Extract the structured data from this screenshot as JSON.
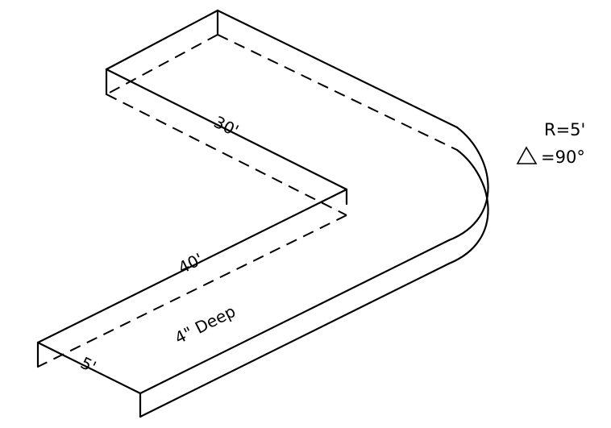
{
  "diagram": {
    "dimensions": {
      "segment_upper": "30'",
      "segment_lower": "40'",
      "width": "5'",
      "depth": "4\" Deep"
    },
    "curve": {
      "radius": "R=5'",
      "angle": "=90°",
      "angle_symbol": "delta-triangle-icon"
    }
  }
}
